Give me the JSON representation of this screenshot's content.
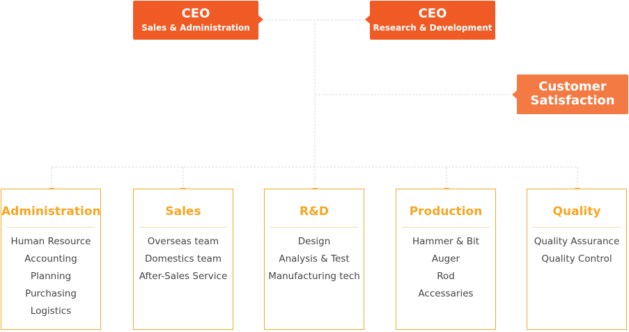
{
  "ceo_left": {
    "title": "CEO",
    "subtitle": "Sales & Administration"
  },
  "ceo_right": {
    "title": "CEO",
    "subtitle": "Research & Development"
  },
  "customer_satisfaction": {
    "line1": "Customer",
    "line2": "Satisfaction"
  },
  "departments": [
    {
      "title": "Administration",
      "items": [
        "Human Resource",
        "Accounting",
        "Planning",
        "Purchasing",
        "Logistics"
      ]
    },
    {
      "title": "Sales",
      "items": [
        "Overseas team",
        "Domestics team",
        "After-Sales Service"
      ]
    },
    {
      "title": "R&D",
      "items": [
        "Design",
        "Analysis & Test",
        "Manufacturing tech"
      ]
    },
    {
      "title": "Production",
      "items": [
        "Hammer & Bit",
        "Auger",
        "Rod",
        "Accessaries"
      ]
    },
    {
      "title": "Quality",
      "items": [
        "Quality Assurance",
        "Quality Control"
      ]
    }
  ],
  "colors": {
    "ceo_box": "#f05a24",
    "customer_box": "#f47a43",
    "department_accent": "#f5a623",
    "connector": "#d9d9d9",
    "item_text": "#444444"
  }
}
